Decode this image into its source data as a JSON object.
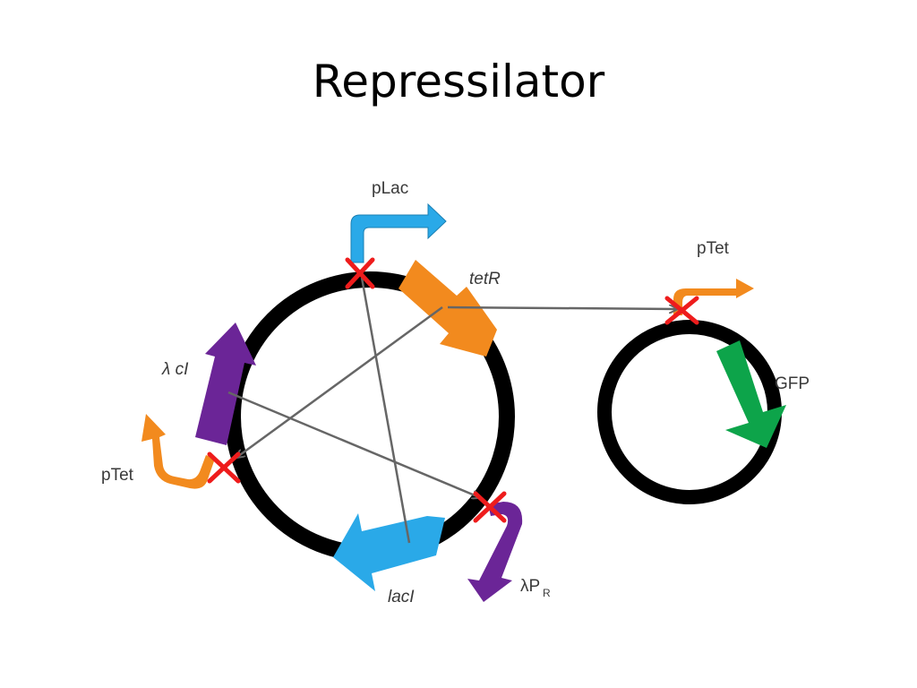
{
  "slide": {
    "title": "Repressilator"
  },
  "labels": {
    "plac": "pLac",
    "tetr": "tetR",
    "lambda_ci": "λ cI",
    "ptet_left": "pTet",
    "laci": "lacI",
    "lambda_pr_main": "λP",
    "lambda_pr_sub": "R",
    "ptet_right": "pTet",
    "gfp": "GFP"
  },
  "colors": {
    "plasmid": "#000000",
    "plac_promoter": "#2aa9e8",
    "tetr_gene": "#f28a1e",
    "laci_gene": "#2aa9e8",
    "lambda_ci_gene": "#6b2597",
    "ptet_promoter": "#f28a1e",
    "lambda_pr_promoter": "#6b2597",
    "gfp_gene": "#0da44a",
    "repression_mark": "#ee1c1c",
    "interaction_arrow": "#666666"
  },
  "icons": {
    "repression": "red-x-icon",
    "promoter": "bent-arrow-icon",
    "gene": "block-arrow-icon"
  }
}
